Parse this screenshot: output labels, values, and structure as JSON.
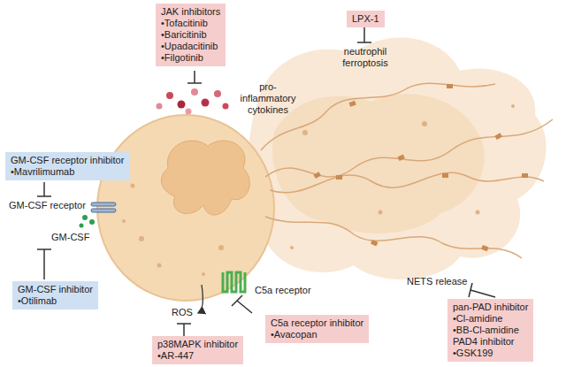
{
  "diagram": {
    "nodes": [
      {
        "text": [
          "JAK inhibitors",
          "•Tofacitinib",
          "•Baricitinib",
          "•Upadacitinib",
          "•Filgotinib"
        ]
      },
      {
        "text": [
          "LPX-1"
        ]
      },
      {
        "text": [
          "GM-CSF receptor inhibitor",
          "•Mavrilimumab"
        ]
      },
      {
        "text": [
          "GM-CSF inhibitor",
          "•Otilimab"
        ]
      },
      {
        "text": [
          "C5a receptor inhibitor",
          "•Avacopan"
        ]
      },
      {
        "text": [
          "p38MAPK inhibitor",
          "•AR-447"
        ]
      },
      {
        "text": [
          "pan-PAD inhibitor",
          "•Cl-amidine",
          "•BB-Cl-amidine",
          "PAD4 inhibitor",
          "•GSK199"
        ]
      }
    ],
    "labels": [
      "pro-inflammatory cytokines",
      "neutrophil ferroptosis",
      "GM-CSF receptor",
      "GM-CSF",
      "ROS",
      "C5a receptor",
      "NETS release"
    ]
  }
}
